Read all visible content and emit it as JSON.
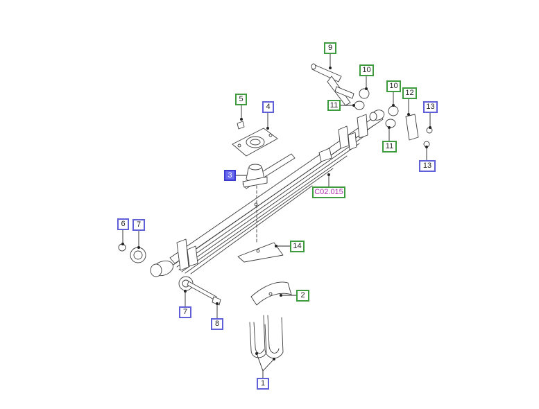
{
  "diagram": {
    "colors": {
      "line": "#3a3a3a",
      "green_box": "#3d9b3d",
      "blue_box": "#5f5fd8",
      "selected_fill": "#6a6aee",
      "reference_text": "#b030b0"
    },
    "callouts": {
      "c9": "9",
      "c10a": "10",
      "c10b": "10",
      "c12": "12",
      "c13a": "13",
      "c13b": "13",
      "c11a": "11",
      "c11b": "11",
      "c5": "5",
      "c4": "4",
      "c3": "3",
      "ref": "C02.015",
      "c6": "6",
      "c7a": "7",
      "c14": "14",
      "c2": "2",
      "c7b": "7",
      "c8": "8",
      "c1": "1"
    }
  }
}
